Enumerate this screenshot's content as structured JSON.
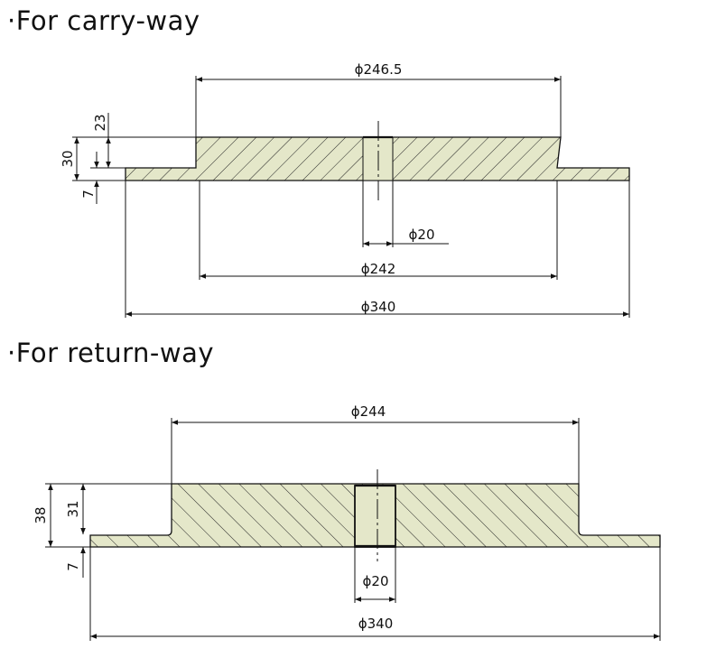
{
  "sections": [
    {
      "title": "·For carry-way",
      "dims": {
        "top_dia": "ϕ246.5",
        "bore": "ϕ20",
        "base_dia": "ϕ242",
        "flange_dia": "ϕ340",
        "total_h": "30",
        "body_h": "23",
        "flange_h": "7"
      }
    },
    {
      "title": "·For return-way",
      "dims": {
        "top_dia": "ϕ244",
        "bore": "ϕ20",
        "flange_dia": "ϕ340",
        "total_h": "38",
        "body_h": "31",
        "flange_h": "7"
      }
    }
  ],
  "colors": {
    "fill": "#e4e7c9",
    "line": "#111111"
  }
}
